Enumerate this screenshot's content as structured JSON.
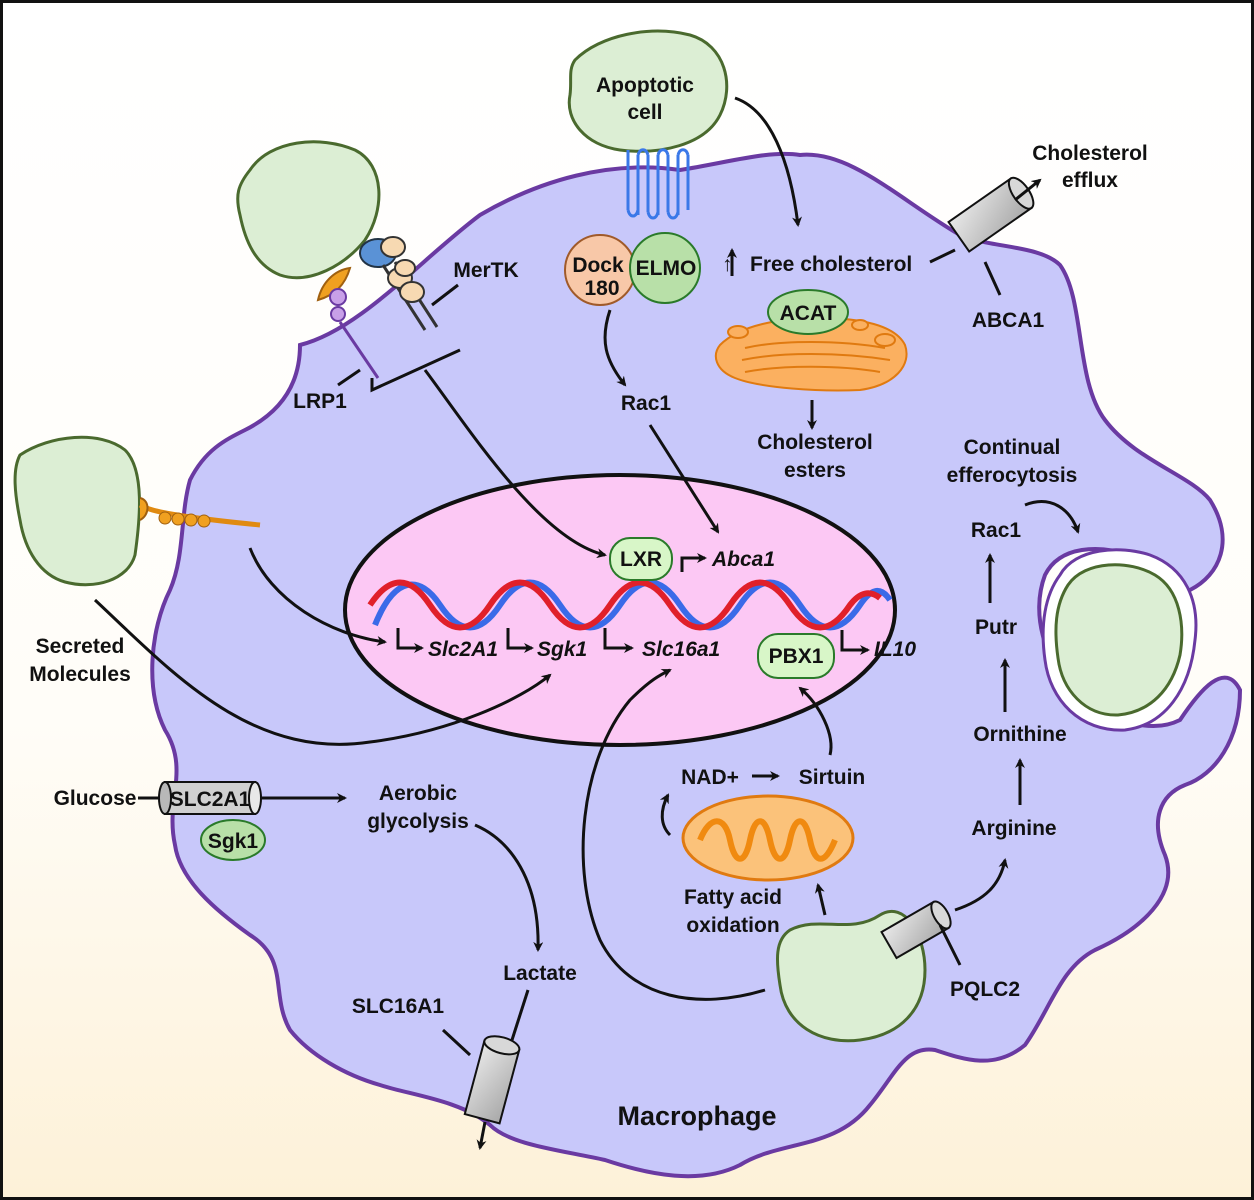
{
  "cell_label": "Macrophage",
  "apoptotic_cell": [
    "Apoptotic",
    "cell"
  ],
  "cholesterol_efflux": [
    "Cholesterol",
    "efflux"
  ],
  "free_cholesterol": "Free cholesterol",
  "up_arrow": "↑",
  "abca1_protein": "ABCA1",
  "acat": "ACAT",
  "cholesterol_esters": [
    "Cholesterol",
    "esters"
  ],
  "dock180": [
    "Dock",
    "180"
  ],
  "elmo": "ELMO",
  "rac1_top": "Rac1",
  "mertk": "MerTK",
  "lrp1": "LRP1",
  "secreted_molecules": [
    "Secreted",
    "Molecules"
  ],
  "continual_efferocytosis": [
    "Continual",
    "efferocytosis"
  ],
  "rac1_right": "Rac1",
  "putr": "Putr",
  "ornithine": "Ornithine",
  "arginine": "Arginine",
  "pqlc2": "PQLC2",
  "nucleus": {
    "lxr": "LXR",
    "abca1_gene": "Abca1",
    "slc2a1_gene": "Slc2A1",
    "sgk1_gene": "Sgk1",
    "slc16a1_gene": "Slc16a1",
    "pbx1": "PBX1",
    "il10_gene": "IL10"
  },
  "nad": "NAD+",
  "sirtuin": "Sirtuin",
  "fatty_acid_oxidation": [
    "Fatty acid",
    "oxidation"
  ],
  "glucose": "Glucose",
  "slc2a1_protein": "SLC2A1",
  "sgk1_protein": "Sgk1",
  "aerobic_glycolysis": [
    "Aerobic",
    "glycolysis"
  ],
  "lactate": "Lactate",
  "slc16a1_protein": "SLC16A1",
  "colors": {
    "cytoplasm": "#c8c8fa",
    "membrane": "#6a3aa2",
    "nucleus": "#fcc8f4",
    "apoptotic_fill": "#dceed4",
    "apoptotic_stroke": "#4a6a2e",
    "dna_red": "#e0202a",
    "dna_blue": "#3a6ae8",
    "mito_orange": "#f7a23a",
    "golgi_orange": "#fbb060",
    "dock_fill": "#f8c8a8",
    "receptor_blue": "#3a78e8"
  }
}
